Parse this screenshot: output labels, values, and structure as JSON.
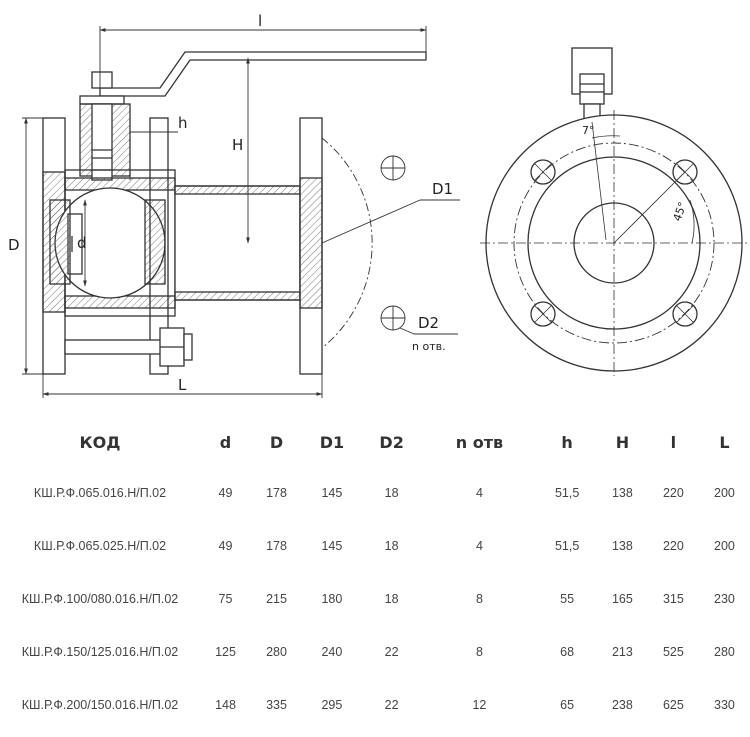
{
  "drawing": {
    "labels": {
      "l": "l",
      "H": "H",
      "h": "h",
      "D": "D",
      "d": "d",
      "L": "L",
      "D1": "D1",
      "D2": "D2",
      "n_holes": "n отв.",
      "angle_7": "7°",
      "angle_45": "45°"
    }
  },
  "table": {
    "headers": [
      "КОД",
      "d",
      "D",
      "D1",
      "D2",
      "n отв",
      "h",
      "H",
      "l",
      "L"
    ],
    "rows": [
      [
        "КШ.Р.Ф.065.016.Н/П.02",
        "49",
        "178",
        "145",
        "18",
        "4",
        "51,5",
        "138",
        "220",
        "200"
      ],
      [
        "КШ.Р.Ф.065.025.Н/П.02",
        "49",
        "178",
        "145",
        "18",
        "4",
        "51,5",
        "138",
        "220",
        "200"
      ],
      [
        "КШ.Р.Ф.100/080.016.Н/П.02",
        "75",
        "215",
        "180",
        "18",
        "8",
        "55",
        "165",
        "315",
        "230"
      ],
      [
        "КШ.Р.Ф.150/125.016.Н/П.02",
        "125",
        "280",
        "240",
        "22",
        "8",
        "68",
        "213",
        "525",
        "280"
      ],
      [
        "КШ.Р.Ф.200/150.016.Н/П.02",
        "148",
        "335",
        "295",
        "22",
        "12",
        "65",
        "238",
        "625",
        "330"
      ]
    ]
  }
}
